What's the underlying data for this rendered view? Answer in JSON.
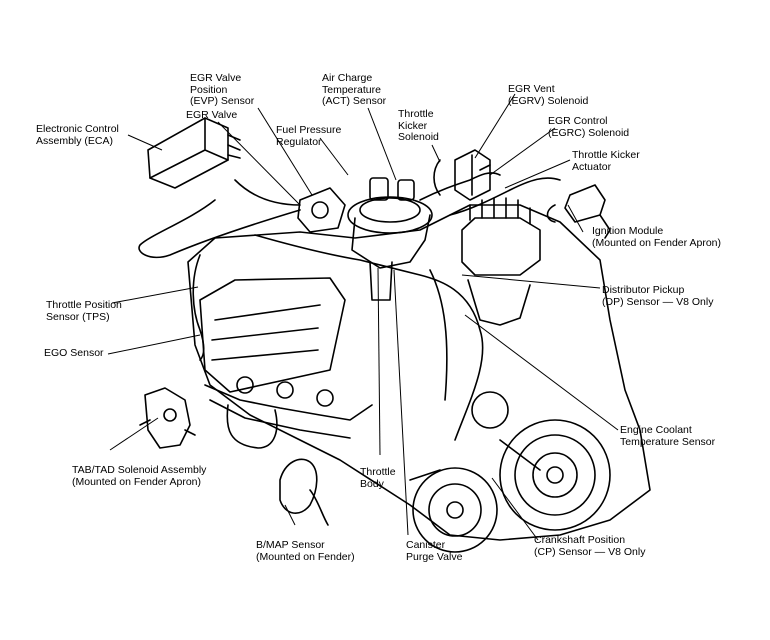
{
  "labels": {
    "ecu": [
      "Electronic Control",
      "Assembly (ECA)"
    ],
    "egr_valve": [
      "EGR Valve"
    ],
    "evp": [
      "EGR Valve",
      "Position",
      "(EVP) Sensor"
    ],
    "fuel_pressure": [
      "Fuel Pressure",
      "Regulator"
    ],
    "act": [
      "Air Charge",
      "Temperature",
      "(ACT) Sensor"
    ],
    "throttle_kicker_solenoid": [
      "Throttle",
      "Kicker",
      "Solenoid"
    ],
    "egrv": [
      "EGR Vent",
      "(EGRV) Solenoid"
    ],
    "egrc": [
      "EGR Control",
      "(EGRC) Solenoid"
    ],
    "throttle_kicker_actuator": [
      "Throttle Kicker",
      "Actuator"
    ],
    "ignition_module": [
      "Ignition Module",
      "(Mounted on Fender Apron)"
    ],
    "dp_sensor": [
      "Distributor Pickup",
      "(DP) Sensor — V8 Only"
    ],
    "tps": [
      "Throttle Position",
      "Sensor (TPS)"
    ],
    "ego": [
      "EGO Sensor"
    ],
    "coolant": [
      "Engine Coolant",
      "Temperature Sensor"
    ],
    "tab_tad": [
      "TAB/TAD Solenoid Assembly",
      "(Mounted on Fender Apron)"
    ],
    "throttle_body": [
      "Throttle",
      "Body"
    ],
    "bmap": [
      "B/MAP Sensor",
      "(Mounted on Fender)"
    ],
    "canister": [
      "Canister",
      "Purge Valve"
    ],
    "cp_sensor": [
      "Crankshaft Position",
      "(CP) Sensor — V8 Only"
    ]
  },
  "colors": {
    "ink": "#000000",
    "paper": "#ffffff"
  }
}
